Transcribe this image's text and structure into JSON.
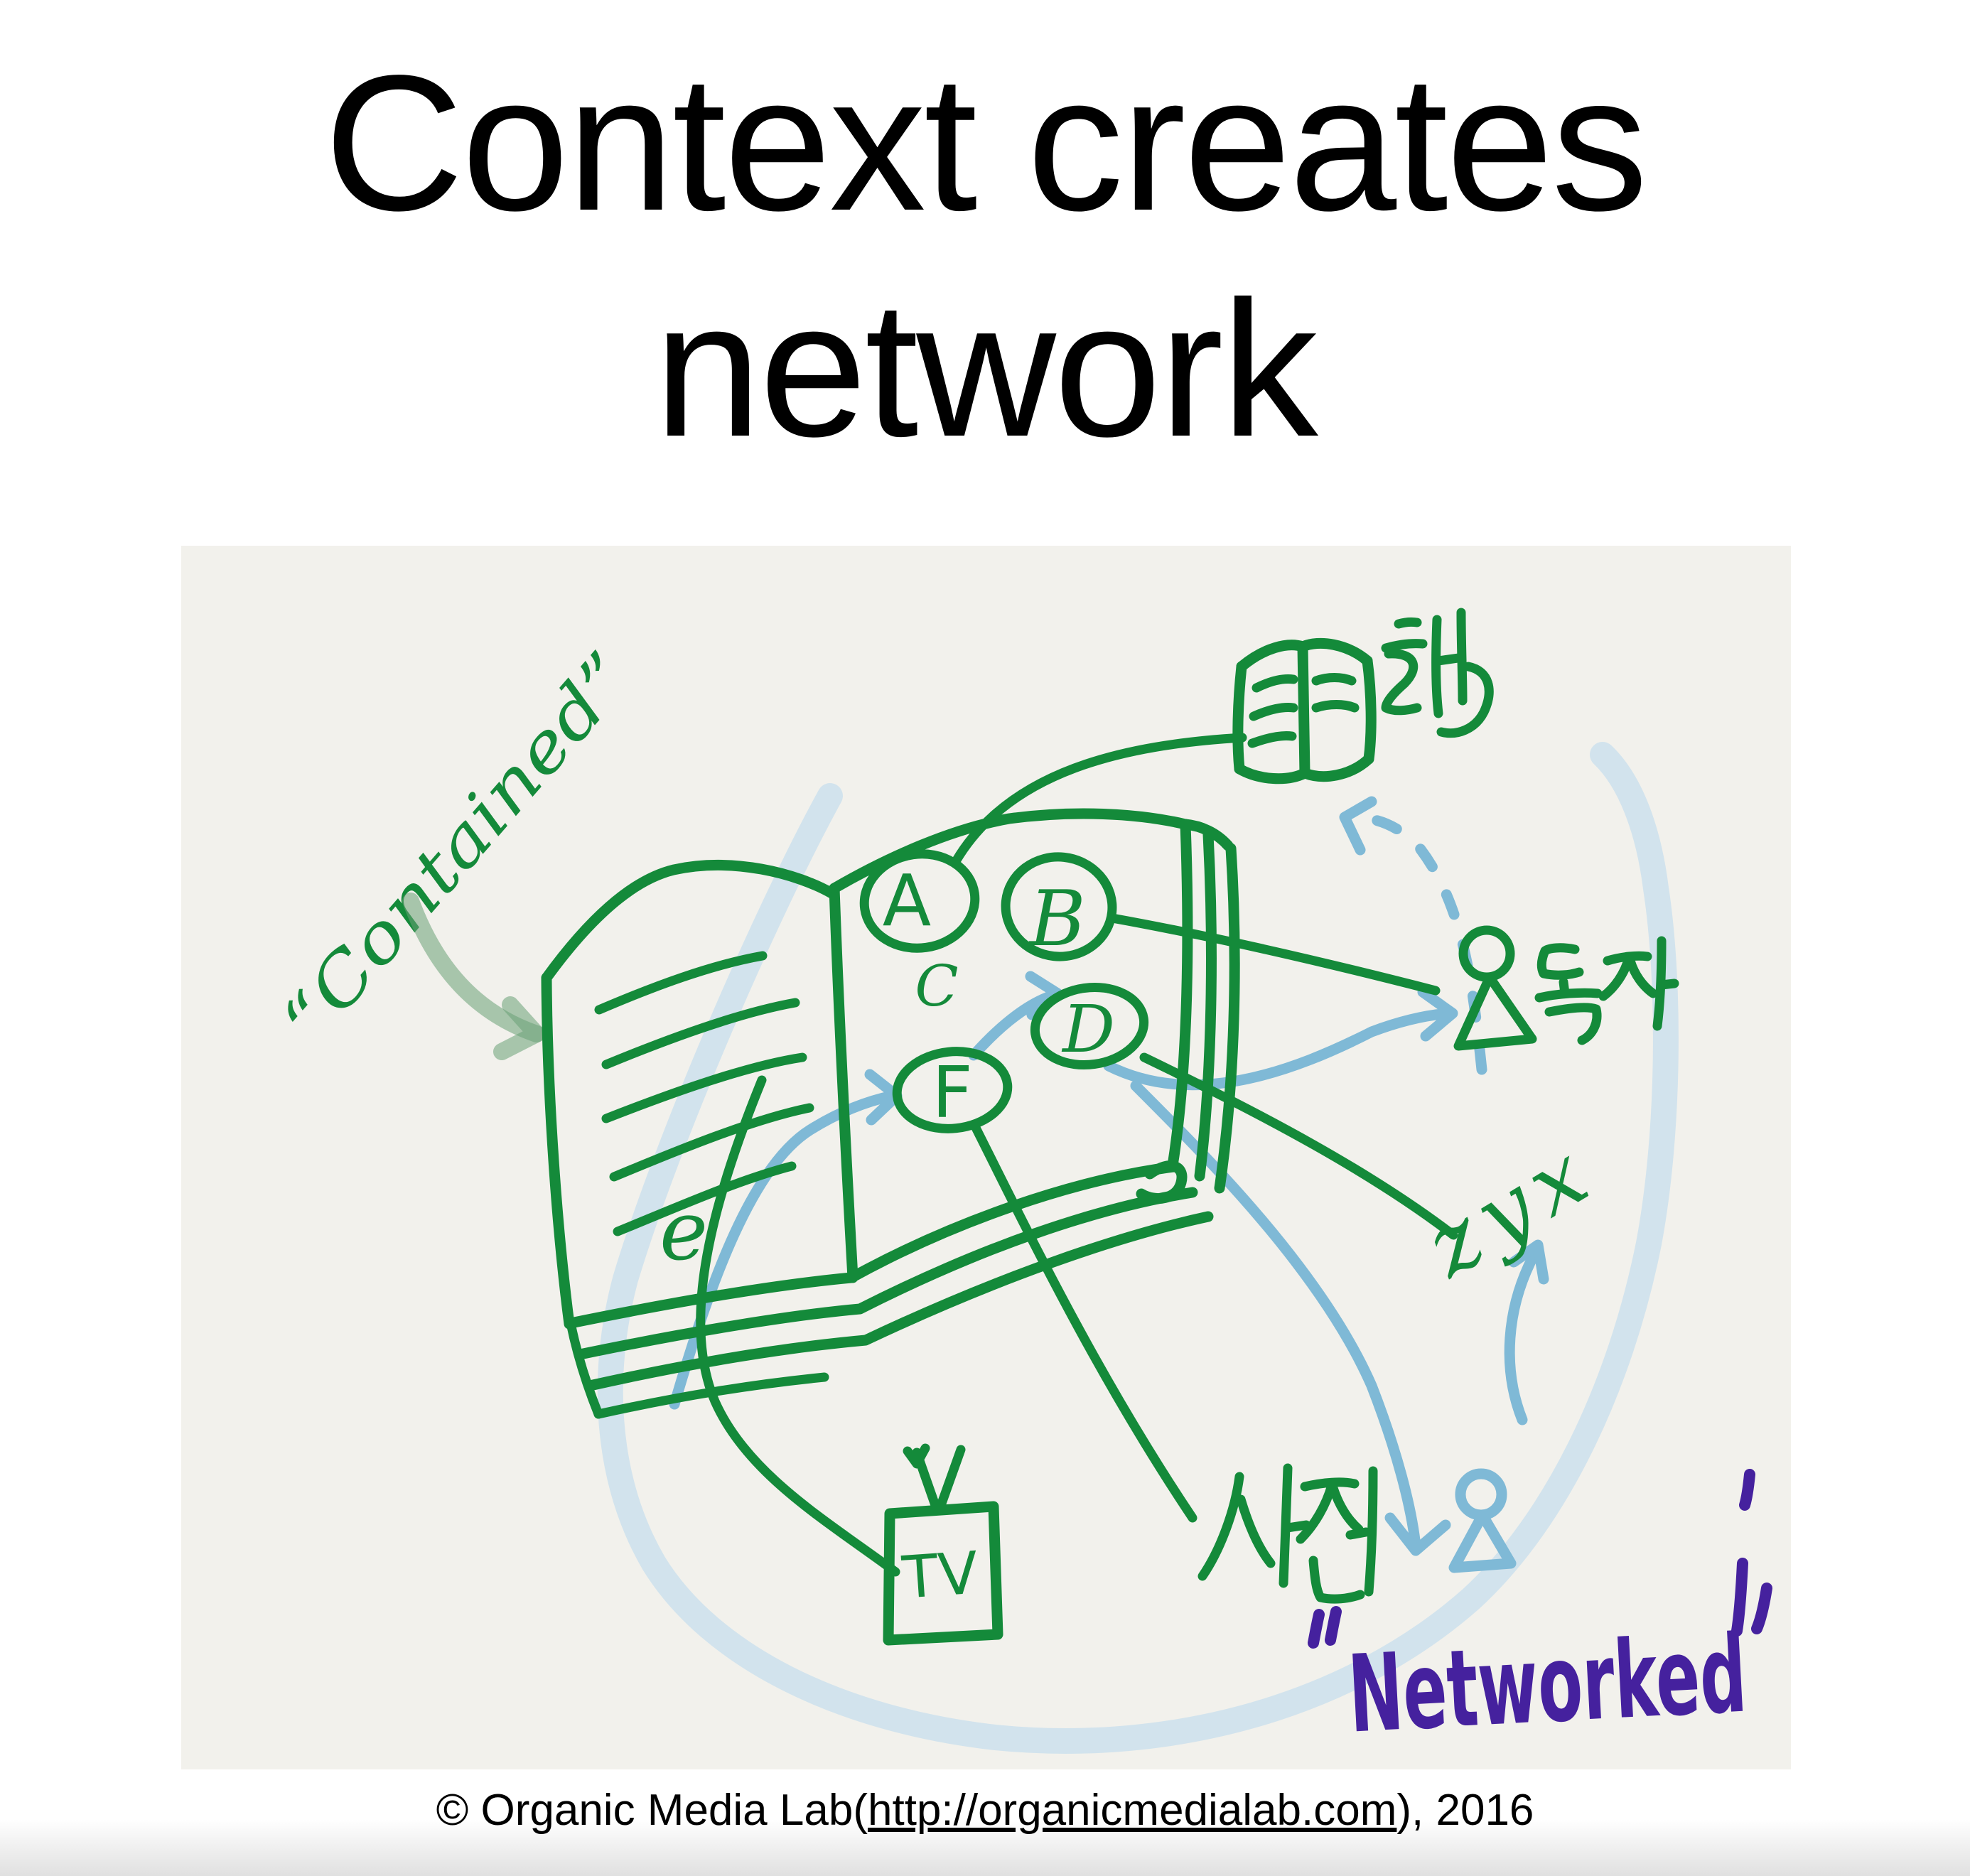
{
  "title": {
    "line1": "Context creates",
    "line2": "network"
  },
  "footer": {
    "prefix": "© Organic Media Lab(",
    "link": "http://organicmedialab.com",
    "suffix": "), 2016"
  },
  "sketch": {
    "quote_contained": "“Contained”",
    "networked": "Networked",
    "networked_quotes": {
      "open": "“",
      "close": "”"
    },
    "nodes": {
      "a": "A",
      "b": "B",
      "c": "C",
      "d": "D",
      "e": "e",
      "f": "F"
    },
    "tv_label": "TV",
    "zyx": "zyx",
    "korean": {
      "book": "책",
      "reader": "독자",
      "dictionary": "사전"
    },
    "colors": {
      "ink_green": "#148a3a",
      "ink_blue": "#7fb9d6",
      "highlight_blue": "#c9e0ee",
      "ink_purple": "#45219e",
      "canvas": "#f2f1ec"
    }
  }
}
